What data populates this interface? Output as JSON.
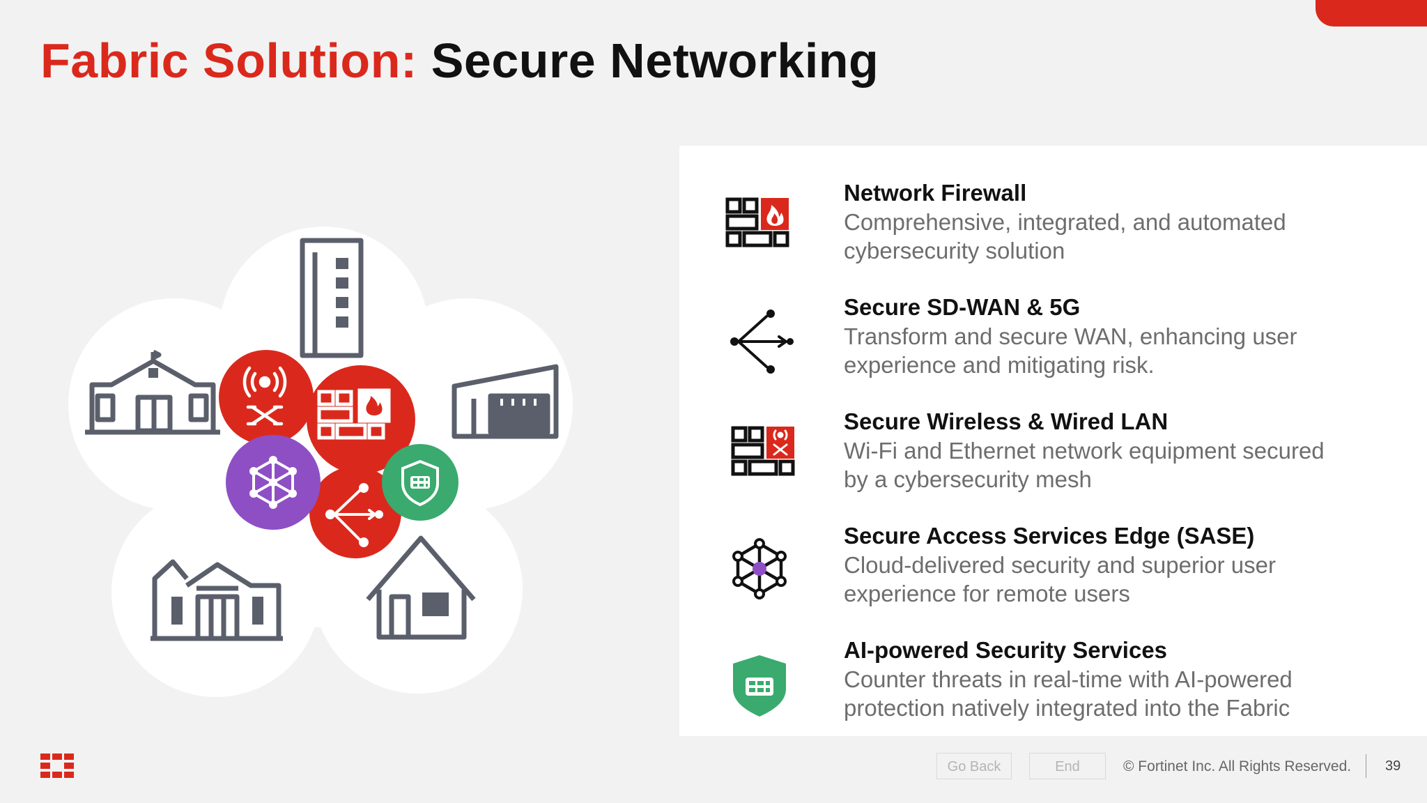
{
  "slide": {
    "title_prefix": "Fabric Solution:",
    "title_main": "Secure Networking",
    "accent_color": "#da291c"
  },
  "diagram": {
    "icons": [
      "office-building-icon",
      "school-icon",
      "warehouse-icon",
      "campus-building-icon",
      "house-icon",
      "wireless-switch-icon",
      "firewall-icon",
      "mesh-network-icon",
      "shield-icon",
      "sd-wan-icon"
    ],
    "colors": {
      "red": "#da291c",
      "purple": "#8e4fc5",
      "green": "#3aaa6e",
      "gray": "#5a5f6b",
      "cloud": "#ffffff"
    }
  },
  "features": [
    {
      "icon": "firewall-icon",
      "title": "Network Firewall",
      "description": "Comprehensive, integrated, and automated cybersecurity solution"
    },
    {
      "icon": "sd-wan-icon",
      "title": "Secure SD-WAN & 5G",
      "description": "Transform and secure WAN, enhancing user experience and mitigating risk."
    },
    {
      "icon": "wireless-wired-lan-icon",
      "title": "Secure Wireless & Wired LAN",
      "description": "Wi-Fi and Ethernet network equipment secured by a cybersecurity mesh"
    },
    {
      "icon": "sase-mesh-icon",
      "title": "Secure Access Services Edge (SASE)",
      "description": "Cloud-delivered security and superior user experience for remote users"
    },
    {
      "icon": "ai-shield-icon",
      "title": "AI-powered Security Services",
      "description": "Counter threats in real-time with AI-powered protection natively integrated into the Fabric"
    }
  ],
  "footer": {
    "logo": "fortinet-logo-icon",
    "go_back_label": "Go Back",
    "end_label": "End",
    "copyright": "© Fortinet Inc. All Rights Reserved.",
    "page_number": "39"
  }
}
